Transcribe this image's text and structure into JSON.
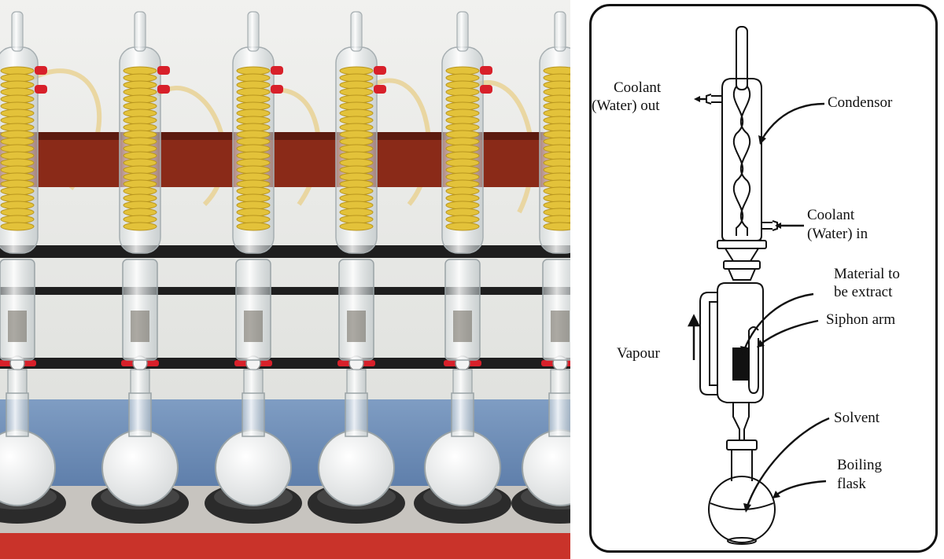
{
  "labels": {
    "coolant_out_line1": "Coolant",
    "coolant_out_line2": "(Water) out",
    "condensor": "Condensor",
    "coolant_in_line1": "Coolant",
    "coolant_in_line2": "(Water) in",
    "material_line1": "Material to",
    "material_line2": "be extract",
    "siphon_arm": "Siphon arm",
    "vapour": "Vapour",
    "solvent": "Solvent",
    "boiling_flask_line1": "Boiling",
    "boiling_flask_line2": "flask"
  },
  "colors": {
    "bench_blue": "#6f8fb8",
    "shelf_red": "#8a2a18",
    "coil_yellow": "#e3c23a",
    "heater_black": "#2b2b2b",
    "clip_red": "#d8202a"
  }
}
